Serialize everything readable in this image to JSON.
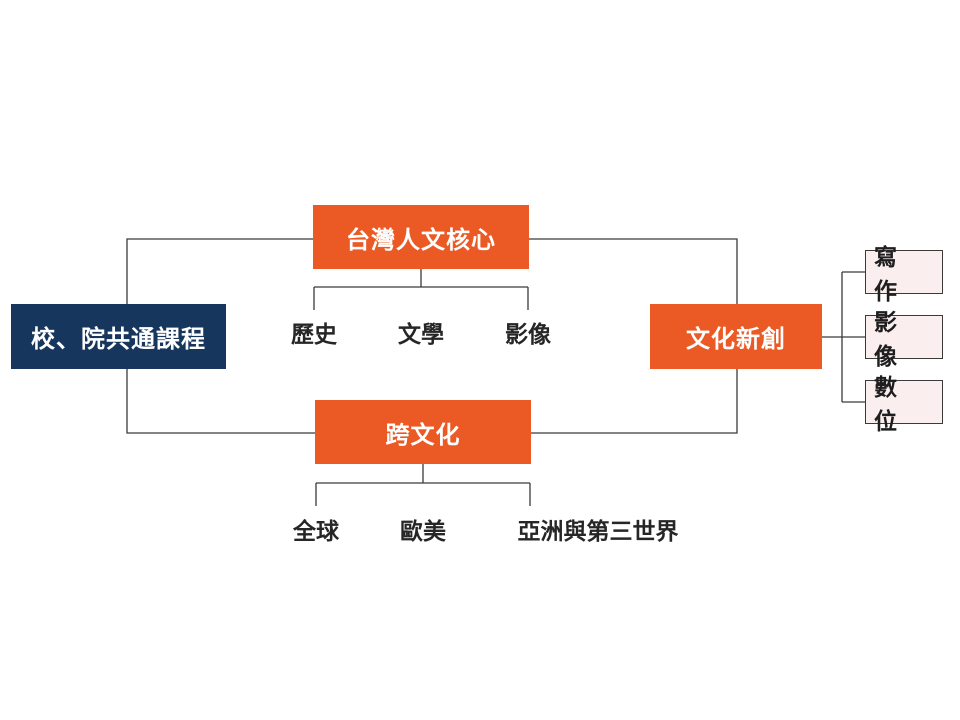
{
  "root": {
    "label": "校、院共通課程"
  },
  "hub_top": {
    "label": "台灣人文核心",
    "children": [
      "歷史",
      "文學",
      "影像"
    ]
  },
  "hub_bottom": {
    "label": "跨文化",
    "children": [
      "全球",
      "歐美",
      "亞洲與第三世界"
    ]
  },
  "hub_right": {
    "label": "文化新創",
    "children": [
      "寫 作",
      "影 像",
      "數 位"
    ]
  },
  "colors": {
    "navy": "#17365d",
    "orange": "#eb5a24",
    "pink_box": "#fbeeee",
    "line": "#3a3a3a"
  }
}
